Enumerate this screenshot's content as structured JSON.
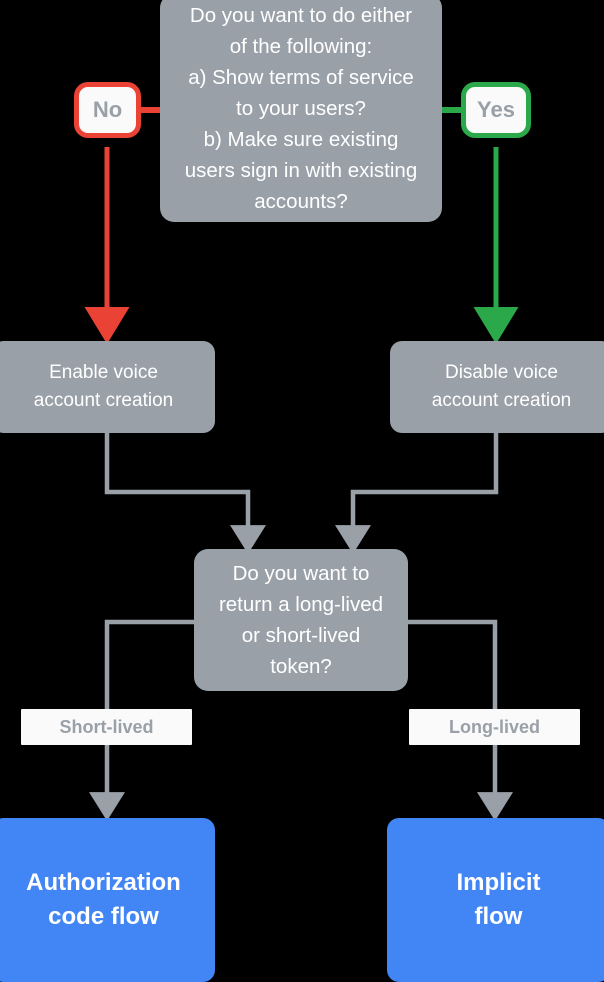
{
  "diagram": {
    "title": "Account linking flow decision chart",
    "colors": {
      "background": "#000000",
      "node_gray": "#9aa0a8",
      "terminal_blue": "#4285f4",
      "no_red": "#ea4335",
      "yes_green": "#2ba84a",
      "label_white": "#fafafa",
      "connector_gray": "#9aa0a8",
      "text_white": "#ffffff",
      "text_gray": "#9aa0a8"
    },
    "nodes": {
      "question_one": "Do you want to do either\nof the following:\na) Show terms of service\nto your users?\nb) Make sure existing\nusers sign in with existing\naccounts?",
      "enable_voice": "Enable voice\naccount creation",
      "disable_voice": "Disable voice\naccount creation",
      "question_two": "Do you want to\nreturn a long-lived\nor short-lived\ntoken?",
      "authorization_code_flow": "Authorization\ncode flow",
      "implicit_flow": "Implicit\nflow"
    },
    "badges": {
      "no": "No",
      "yes": "Yes"
    },
    "edge_labels": {
      "short_lived": "Short-lived",
      "long_lived": "Long-lived"
    }
  }
}
